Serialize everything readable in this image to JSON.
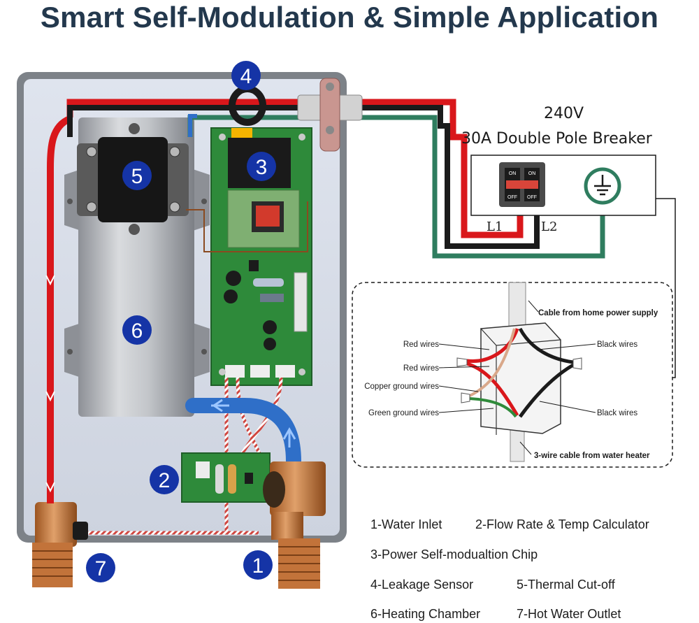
{
  "title": "Smart Self-Modulation & Simple Application",
  "badges": [
    "1",
    "2",
    "3",
    "4",
    "5",
    "6",
    "7"
  ],
  "breaker": {
    "voltage": "240V",
    "label": "30A Double Pole Breaker",
    "switch_on": "ON",
    "switch_off": "OFF",
    "l1": "L1",
    "l2": "L2",
    "ground_icon": "ground-symbol-icon"
  },
  "junction": {
    "cable_top": "Cable from home power supply",
    "red_wires_1": "Red wires",
    "red_wires_2": "Red wires",
    "copper_ground": "Copper ground wires",
    "green_ground": "Green ground wires",
    "black_wires_1": "Black wires",
    "black_wires_2": "Black wires",
    "cable_bottom": "3-wire cable from water heater"
  },
  "legend": {
    "item1": "1-Water Inlet",
    "item2": "2-Flow Rate & Temp Calculator",
    "item3": "3-Power Self-modualtion Chip",
    "item4": "4-Leakage Sensor",
    "item5": "5-Thermal Cut-off",
    "item6": "6-Heating Chamber",
    "item7": "7-Hot Water Outlet"
  },
  "colors": {
    "title": "#23384d",
    "badge": "#1534a6",
    "red_wire": "#d9171b",
    "black_wire": "#1b1b1b",
    "green_wire": "#2f7d5f",
    "board": "#2e8a3a",
    "brass": "#c87a3a"
  }
}
